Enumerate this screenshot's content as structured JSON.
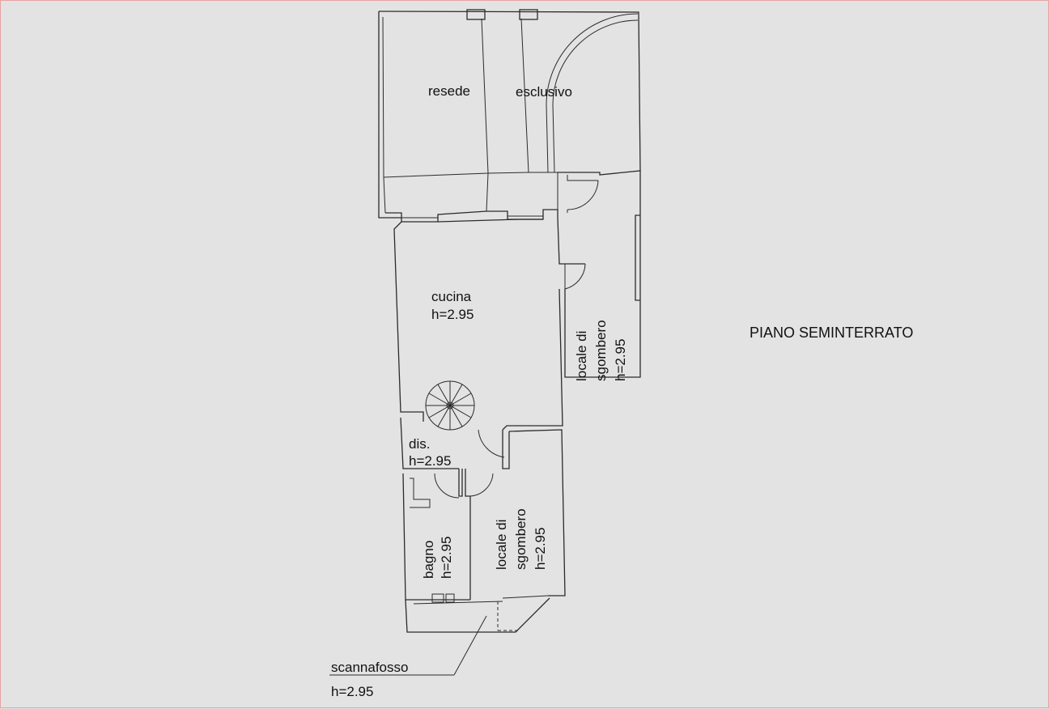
{
  "drawing": {
    "title": "PIANO SEMINTERRATO",
    "rooms": {
      "resede": "resede",
      "esclusivo": "esclusivo",
      "cucina_name": "cucina",
      "cucina_h": "h=2.95",
      "locale1_l1": "locale di",
      "locale1_l2": "sgombero",
      "locale1_h": "h=2.95",
      "dis_name": "dis.",
      "dis_h": "h=2.95",
      "bagno_name": "bagno",
      "bagno_h": "h=2.95",
      "locale2_l1": "locale di",
      "locale2_l2": "sgombero",
      "locale2_h": "h=2.95"
    },
    "scannafosso": "scannafosso",
    "scannafosso_h": "h=2.95"
  }
}
